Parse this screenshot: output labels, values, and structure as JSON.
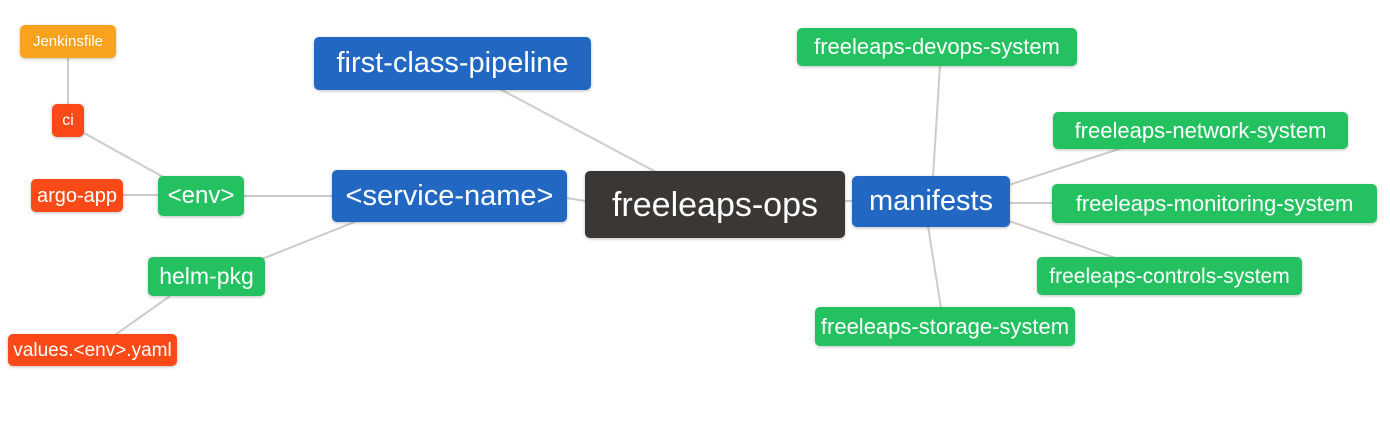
{
  "diagram": {
    "type": "mindmap",
    "root": "freeleaps-ops",
    "background": "#ffffff"
  },
  "colors": {
    "blue": "#2268c2",
    "green": "#24c161",
    "red": "#fb4a18",
    "orange": "#f9a21d",
    "dark": "#3a3734",
    "edge": "#cccccc",
    "text": "#ffffff"
  },
  "nodes": [
    {
      "id": "jenkinsfile",
      "label": "Jenkinsfile",
      "color": "orange"
    },
    {
      "id": "ci",
      "label": "ci",
      "color": "red"
    },
    {
      "id": "argo-app",
      "label": "argo-app",
      "color": "red"
    },
    {
      "id": "env",
      "label": "<env>",
      "color": "green"
    },
    {
      "id": "helm-pkg",
      "label": "helm-pkg",
      "color": "green"
    },
    {
      "id": "values-env-yaml",
      "label": "values.<env>.yaml",
      "color": "red"
    },
    {
      "id": "first-class-pipeline",
      "label": "first-class-pipeline",
      "color": "blue"
    },
    {
      "id": "service-name",
      "label": "<service-name>",
      "color": "blue"
    },
    {
      "id": "freeleaps-ops",
      "label": "freeleaps-ops",
      "color": "dark"
    },
    {
      "id": "manifests",
      "label": "manifests",
      "color": "blue"
    },
    {
      "id": "devops-system",
      "label": "freeleaps-devops-system",
      "color": "green"
    },
    {
      "id": "network-system",
      "label": "freeleaps-network-system",
      "color": "green"
    },
    {
      "id": "monitoring-system",
      "label": "freeleaps-monitoring-system",
      "color": "green"
    },
    {
      "id": "controls-system",
      "label": "freeleaps-controls-system",
      "color": "green"
    },
    {
      "id": "storage-system",
      "label": "freeleaps-storage-system",
      "color": "green"
    }
  ],
  "edges": [
    {
      "from": "jenkinsfile",
      "to": "ci"
    },
    {
      "from": "ci",
      "to": "env"
    },
    {
      "from": "argo-app",
      "to": "env"
    },
    {
      "from": "env",
      "to": "service-name"
    },
    {
      "from": "helm-pkg",
      "to": "service-name"
    },
    {
      "from": "values-env-yaml",
      "to": "helm-pkg"
    },
    {
      "from": "first-class-pipeline",
      "to": "freeleaps-ops"
    },
    {
      "from": "service-name",
      "to": "freeleaps-ops"
    },
    {
      "from": "freeleaps-ops",
      "to": "manifests"
    },
    {
      "from": "manifests",
      "to": "devops-system"
    },
    {
      "from": "manifests",
      "to": "network-system"
    },
    {
      "from": "manifests",
      "to": "monitoring-system"
    },
    {
      "from": "manifests",
      "to": "controls-system"
    },
    {
      "from": "manifests",
      "to": "storage-system"
    }
  ]
}
